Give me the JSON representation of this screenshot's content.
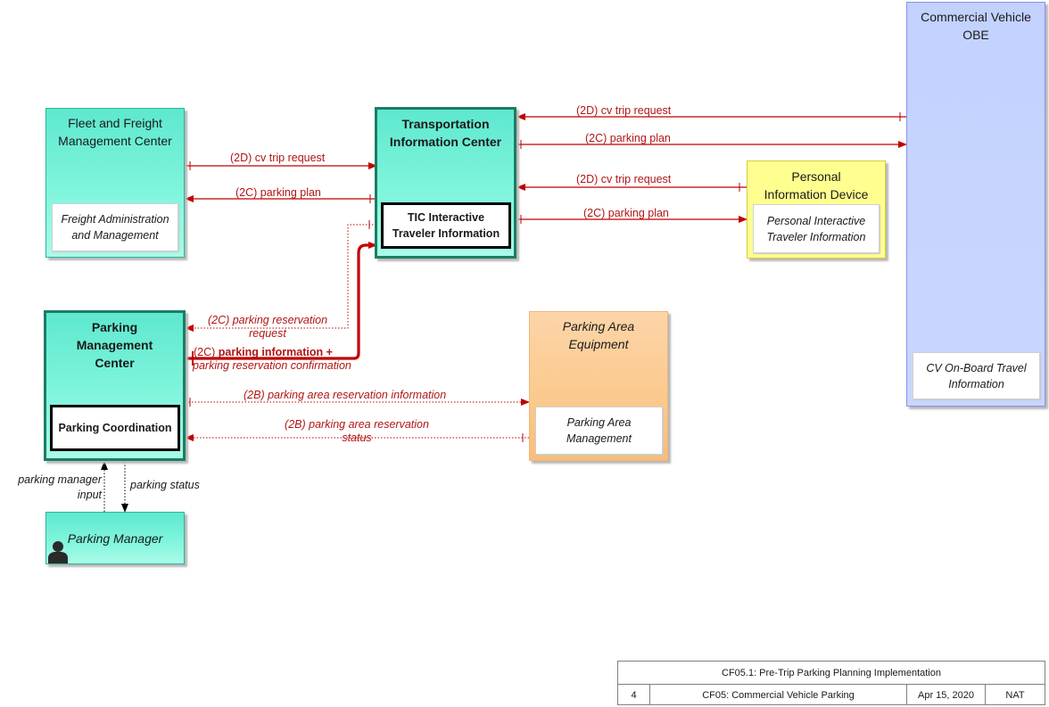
{
  "colors": {
    "flow_red": "#c00000",
    "node_teal": "#7ff5dc",
    "node_yellow": "#ffff90",
    "node_orange": "#fbc98d",
    "node_blue": "#c9d7ff"
  },
  "nodes": {
    "fleet": {
      "title": "Fleet and Freight Management Center",
      "title_l1": "Fleet and Freight",
      "title_l2": "Management Center",
      "inner_l1": "Freight Administration",
      "inner_l2": "and Management"
    },
    "tic": {
      "title_l1": "Transportation",
      "title_l2": "Information Center",
      "inner_l1": "TIC Interactive",
      "inner_l2": "Traveler Information"
    },
    "cvobe": {
      "title_l1": "Commercial Vehicle",
      "title_l2": "OBE",
      "inner_l1": "CV On-Board Travel",
      "inner_l2": "Information"
    },
    "pid": {
      "title_l1": "Personal",
      "title_l2": "Information Device",
      "inner_l1": "Personal Interactive",
      "inner_l2": "Traveler Information"
    },
    "pmc": {
      "title_l1": "Parking",
      "title_l2": "Management",
      "title_l3": "Center",
      "inner": "Parking Coordination"
    },
    "pae": {
      "title_l1": "Parking Area",
      "title_l2": "Equipment",
      "inner_l1": "Parking Area",
      "inner_l2": "Management"
    },
    "pm": {
      "title": "Parking Manager",
      "icon": "person-icon"
    }
  },
  "flows": {
    "cvobe_tic_trip": "(2D) cv trip request",
    "tic_cvobe_plan": "(2C) parking plan",
    "pid_tic_trip": "(2D) cv trip request",
    "tic_pid_plan": "(2C) parking plan",
    "fleet_tic_trip": "(2D) cv trip request",
    "tic_fleet_plan": "(2C) parking plan",
    "tic_pmc_res_l1": "(2C) parking reservation",
    "tic_pmc_res_l2": "request",
    "pmc_tic_info_prefix": "(2C) ",
    "pmc_tic_info_bold": "parking information +",
    "pmc_tic_info_l2": "parking reservation confirmation",
    "pmc_pae_res_info": "(2B) parking area reservation information",
    "pae_pmc_status_l1": "(2B) parking area reservation",
    "pae_pmc_status_l2": "status",
    "pm_input_l1": "parking manager",
    "pm_input_l2": "input",
    "pm_status": "parking status"
  },
  "footer": {
    "title": "CF05.1: Pre-Trip Parking Planning Implementation",
    "number": "4",
    "service": "CF05: Commercial Vehicle Parking",
    "date": "Apr 15, 2020",
    "tag": "NAT"
  }
}
